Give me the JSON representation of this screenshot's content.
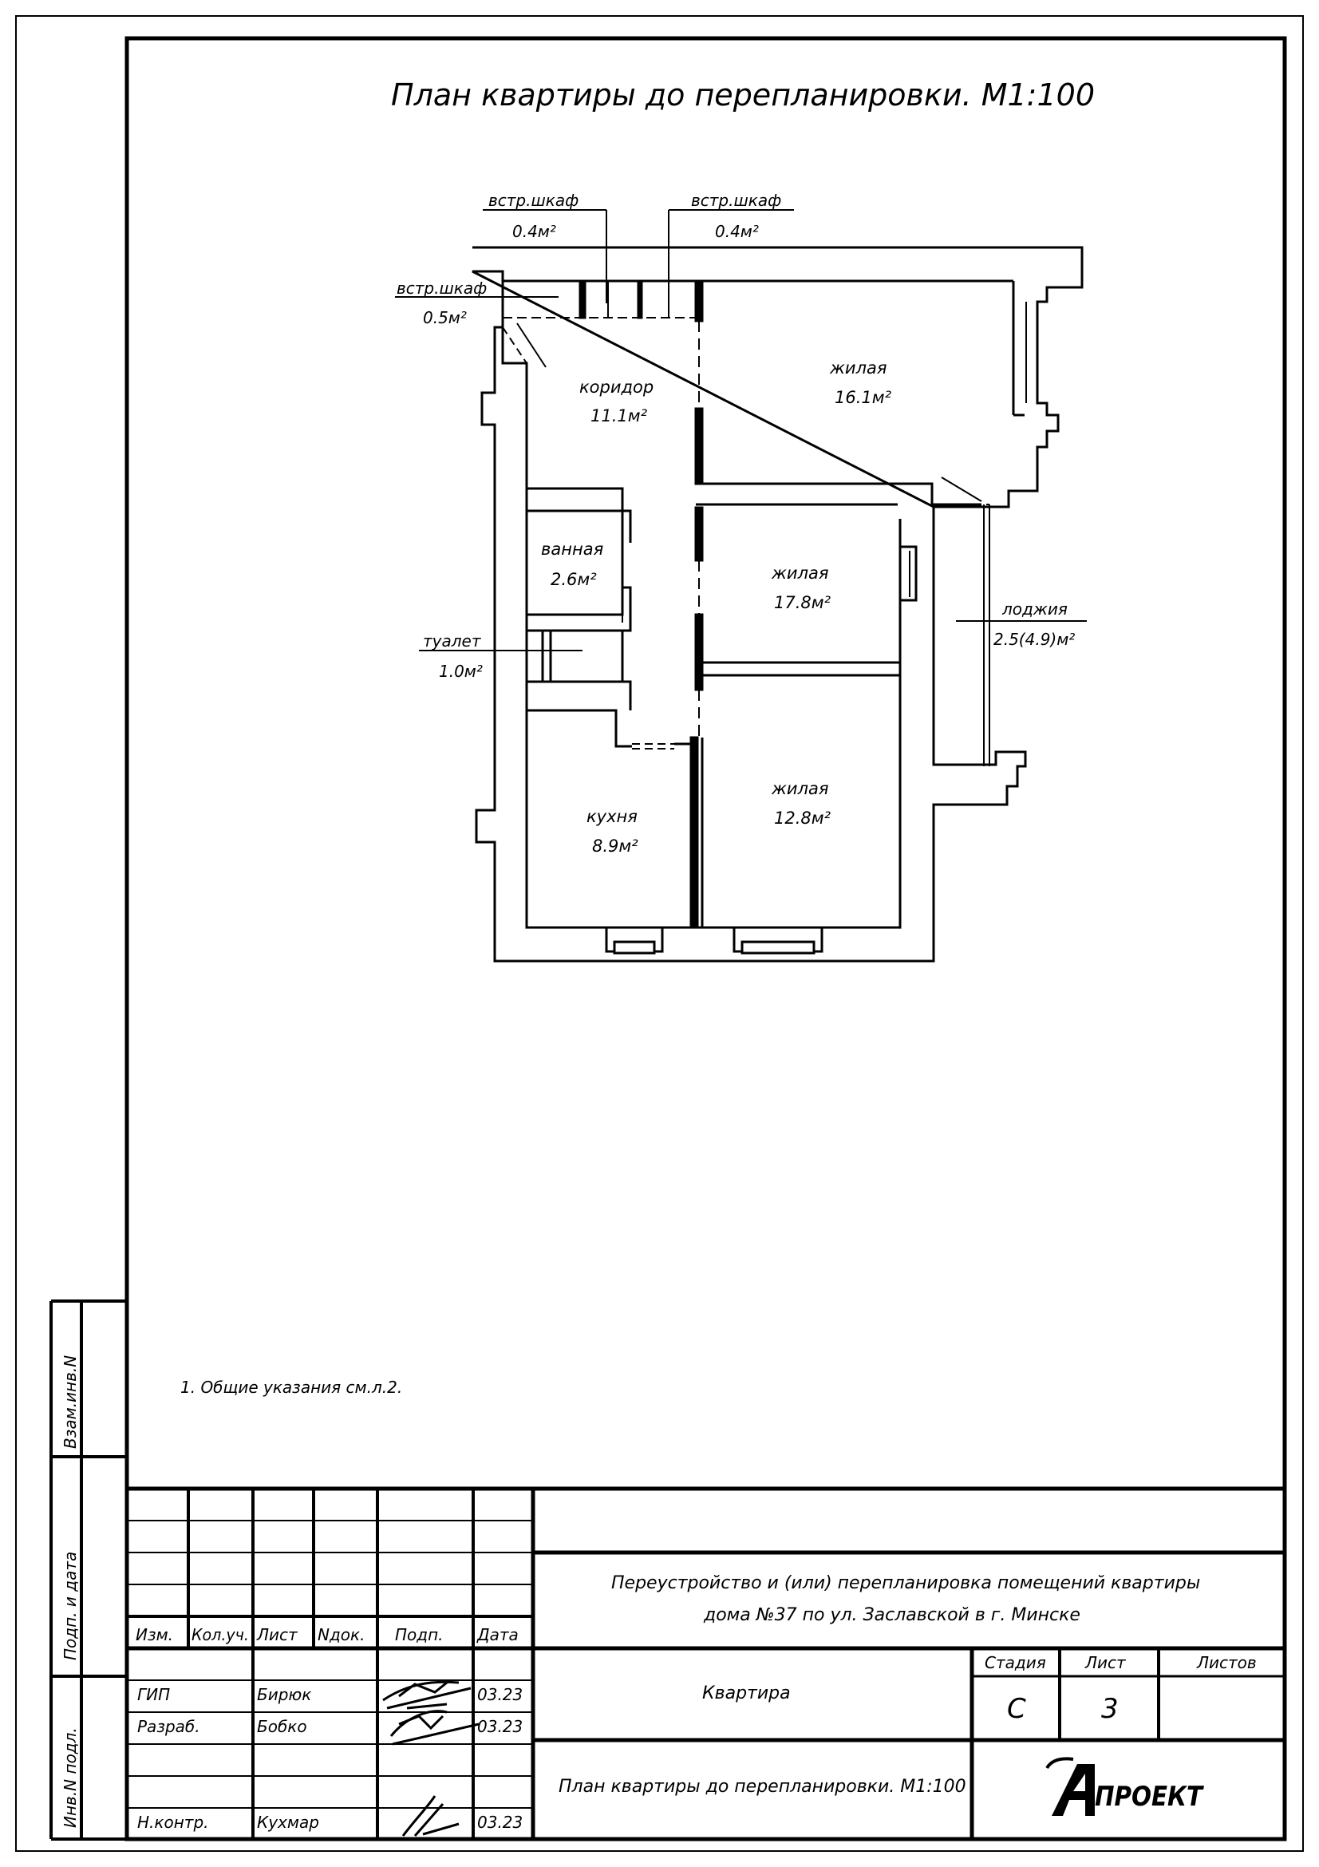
{
  "sheet_title": "План квартиры до перепланировки. М1:100",
  "rooms": [
    {
      "name": "коридор",
      "area": "11.1м²"
    },
    {
      "name": "жилая",
      "area": "16.1м²"
    },
    {
      "name": "ванная",
      "area": "2.6м²"
    },
    {
      "name": "жилая",
      "area": "17.8м²"
    },
    {
      "name": "кухня",
      "area": "8.9м²"
    },
    {
      "name": "жилая",
      "area": "12.8м²"
    }
  ],
  "callouts": [
    {
      "name": "встр.шкаф",
      "area": "0.4м²"
    },
    {
      "name": "встр.шкаф",
      "area": "0.4м²"
    },
    {
      "name": "встр.шкаф",
      "area": "0.5м²"
    },
    {
      "name": "туалет",
      "area": "1.0м²"
    },
    {
      "name": "лоджия",
      "area": "2.5(4.9)м²"
    }
  ],
  "note": "1. Общие указания см.л.2.",
  "side_stamp": {
    "inv_vzam": "Взам.инв.N",
    "podp_data": "Подп. и дата",
    "inv_podl": "Инв.N подл."
  },
  "stamp": {
    "headers": [
      "Изм.",
      "Кол.уч.",
      "Лист",
      "Nдок.",
      "Подп.",
      "Дата"
    ],
    "rows": [
      {
        "role": "ГИП",
        "name": "Бирюк",
        "date": "03.23"
      },
      {
        "role": "Разраб.",
        "name": "Бобко",
        "date": "03.23"
      },
      {
        "role": "",
        "name": "",
        "date": ""
      },
      {
        "role": "Н.контр.",
        "name": "Кухмар",
        "date": "03.23"
      }
    ],
    "project_line1": "Переустройство и (или) перепланировка помещений квартиры",
    "project_line2": "дома №37 по ул. Заславской в г. Минске",
    "object": "Квартира",
    "stage_label": "Стадия",
    "sheet_label": "Лист",
    "sheets_label": "Листов",
    "stage": "С",
    "sheet": "3",
    "sheets": "",
    "drawing_title": "План квартиры до перепланировки. М1:100",
    "company": "АПРОЕКТ"
  }
}
